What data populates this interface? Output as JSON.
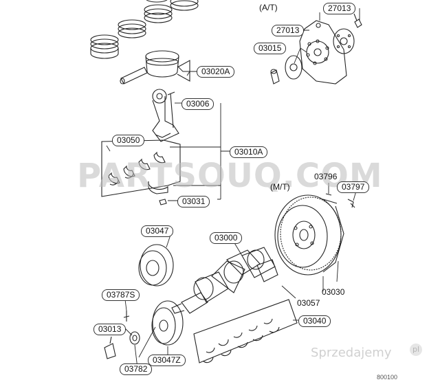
{
  "watermark": {
    "text": "PARTSOUQ.COM"
  },
  "brand": {
    "text": "Sprzedajemy",
    "badge": "pl"
  },
  "sections": {
    "at": "(A/T)",
    "mt": "(M/T)"
  },
  "labels": {
    "p27013a": "27013",
    "p27013b": "27013",
    "p03015": "03015",
    "p03020A": "03020A",
    "p03006": "03006",
    "p03050": "03050",
    "p03010A": "03010A",
    "p03031": "03031",
    "p03796": "03796",
    "p03797": "03797",
    "p03047": "03047",
    "p03000": "03000",
    "p03030": "03030",
    "p03057": "03057",
    "p03787S": "03787S",
    "p03040": "03040",
    "p03013": "03013",
    "p03782": "03782",
    "p03047Z": "03047Z",
    "footer": "800100"
  }
}
